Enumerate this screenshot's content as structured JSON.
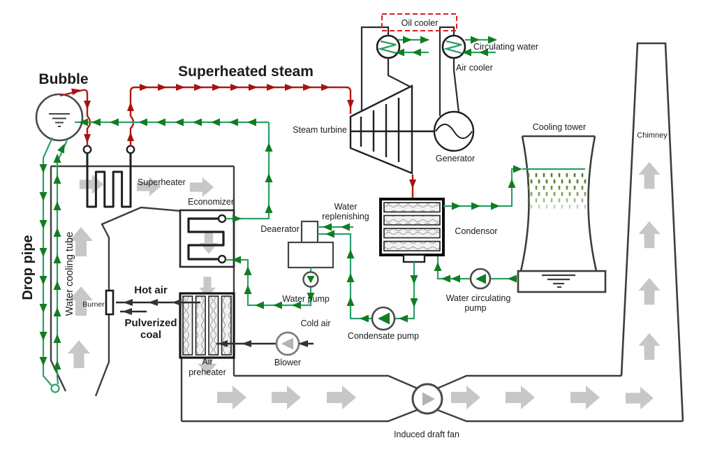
{
  "labels": {
    "oil_cooler": "Oil cooler",
    "circulating_water": "Circulating water",
    "air_cooler": "Air cooler",
    "bubble": "Bubble",
    "superheated_steam": "Superheated steam",
    "steam_turbine": "Steam turbine",
    "generator": "Generator",
    "cooling_tower": "Cooling tower",
    "chimney": "Chimney",
    "superheater": "Superheater",
    "economizer": "Economizer",
    "deaerator": "Deaerator",
    "water_replenishing_1": "Water",
    "water_replenishing_2": "replenishing",
    "condensor": "Condensor",
    "water_pump": "Water pump",
    "condensate_pump": "Condensate pump",
    "water_circulating_1": "Water circulating",
    "water_circulating_2": "pump",
    "drop_pipe": "Drop pipe",
    "water_cooling_tube": "Water cooling tube",
    "burner": "Burner",
    "hot_air": "Hot air",
    "pulverized_1": "Pulverized",
    "pulverized_2": "coal",
    "air_preheater_1": "Air",
    "air_preheater_2": "preheater",
    "cold_air": "Cold air",
    "blower": "Blower",
    "induced_draft_fan": "Induced draft fan"
  },
  "colors": {
    "steam_line": "#b01b15",
    "steam_arrow": "#a41410",
    "water_line": "#2aa06a",
    "water_arrow": "#117d20",
    "spray": "#567f27",
    "flue_arrow": "#c7c7c7",
    "structure": "#3d3d3d",
    "component_border": "#101010",
    "highlight_box": "#e01b1b"
  }
}
